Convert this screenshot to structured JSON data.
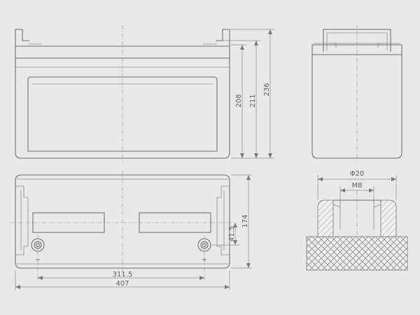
{
  "dimensions": {
    "total_height": "236",
    "lid_height": "211",
    "case_height": "208",
    "width": "174",
    "terminal_offset": "41.5",
    "terminal_spacing": "311.5",
    "length": "407",
    "outer_diameter": "Φ20",
    "thread": "M8"
  },
  "terminal_marks": {
    "negative": "−",
    "positive": "+"
  }
}
